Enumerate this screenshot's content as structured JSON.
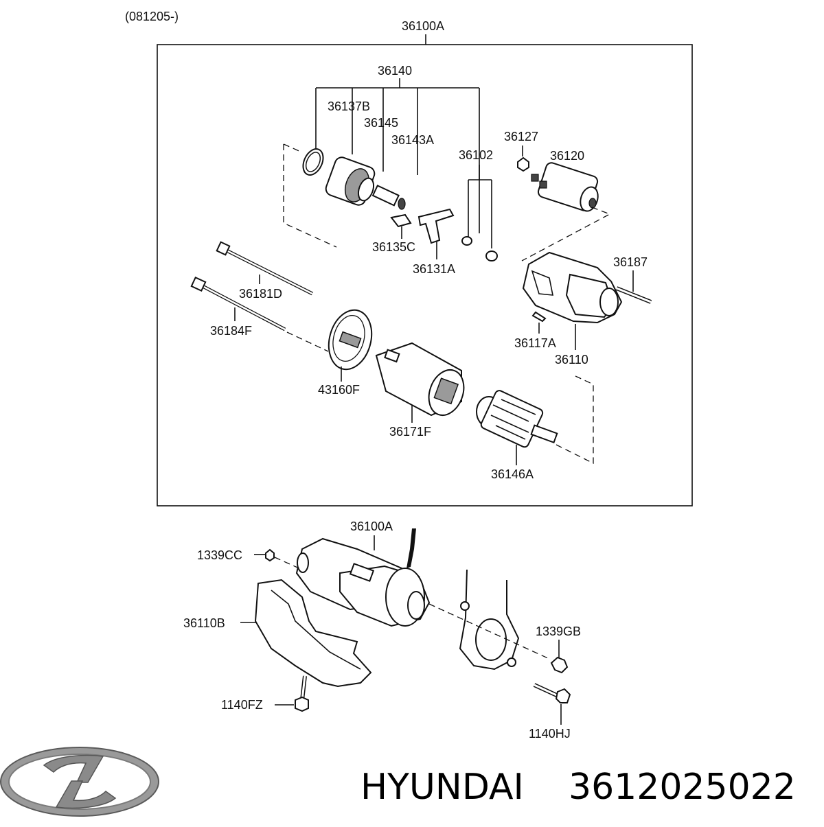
{
  "header": {
    "date_code": "(081205-)"
  },
  "callouts": {
    "assembly_top": "36100A",
    "assembly_lower": "36100A",
    "c36140": "36140",
    "c36137B": "36137B",
    "c36145": "36145",
    "c36143A": "36143A",
    "c36102": "36102",
    "c36127": "36127",
    "c36120": "36120",
    "c36135C": "36135C",
    "c36131A": "36131A",
    "c36187": "36187",
    "c36181D": "36181D",
    "c36184F": "36184F",
    "c36117A": "36117A",
    "c36110": "36110",
    "c43160F": "43160F",
    "c36171F": "36171F",
    "c36146A": "36146A",
    "c1339CC": "1339CC",
    "c36110B": "36110B",
    "c1339GB": "1339GB",
    "c1140FZ": "1140FZ",
    "c1140HJ": "1140HJ"
  },
  "footer": {
    "brand": "HYUNDAI",
    "part_number": "3612025022"
  }
}
